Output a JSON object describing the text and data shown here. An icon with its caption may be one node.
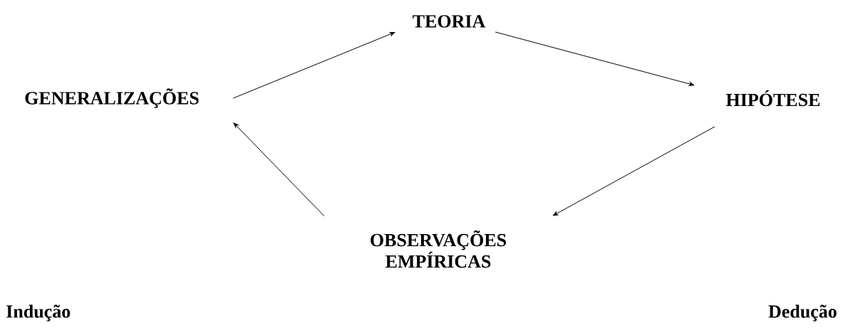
{
  "diagram": {
    "nodes": [
      {
        "text": [
          "TEORIA"
        ]
      },
      {
        "text": [
          "HIPÓTESE"
        ]
      },
      {
        "text": [
          "OBSERVAÇÕES EMPÍRICAS"
        ]
      },
      {
        "text": [
          "GENERALIZAÇÕES"
        ]
      }
    ],
    "edges": [
      {
        "from": 3,
        "to": 0,
        "arrow": "to"
      },
      {
        "from": 0,
        "to": 1,
        "arrow": "to"
      },
      {
        "from": 1,
        "to": 2,
        "arrow": "to"
      },
      {
        "from": 2,
        "to": 3,
        "arrow": "to"
      }
    ],
    "labels": [
      "Indução",
      "Dedução"
    ]
  }
}
